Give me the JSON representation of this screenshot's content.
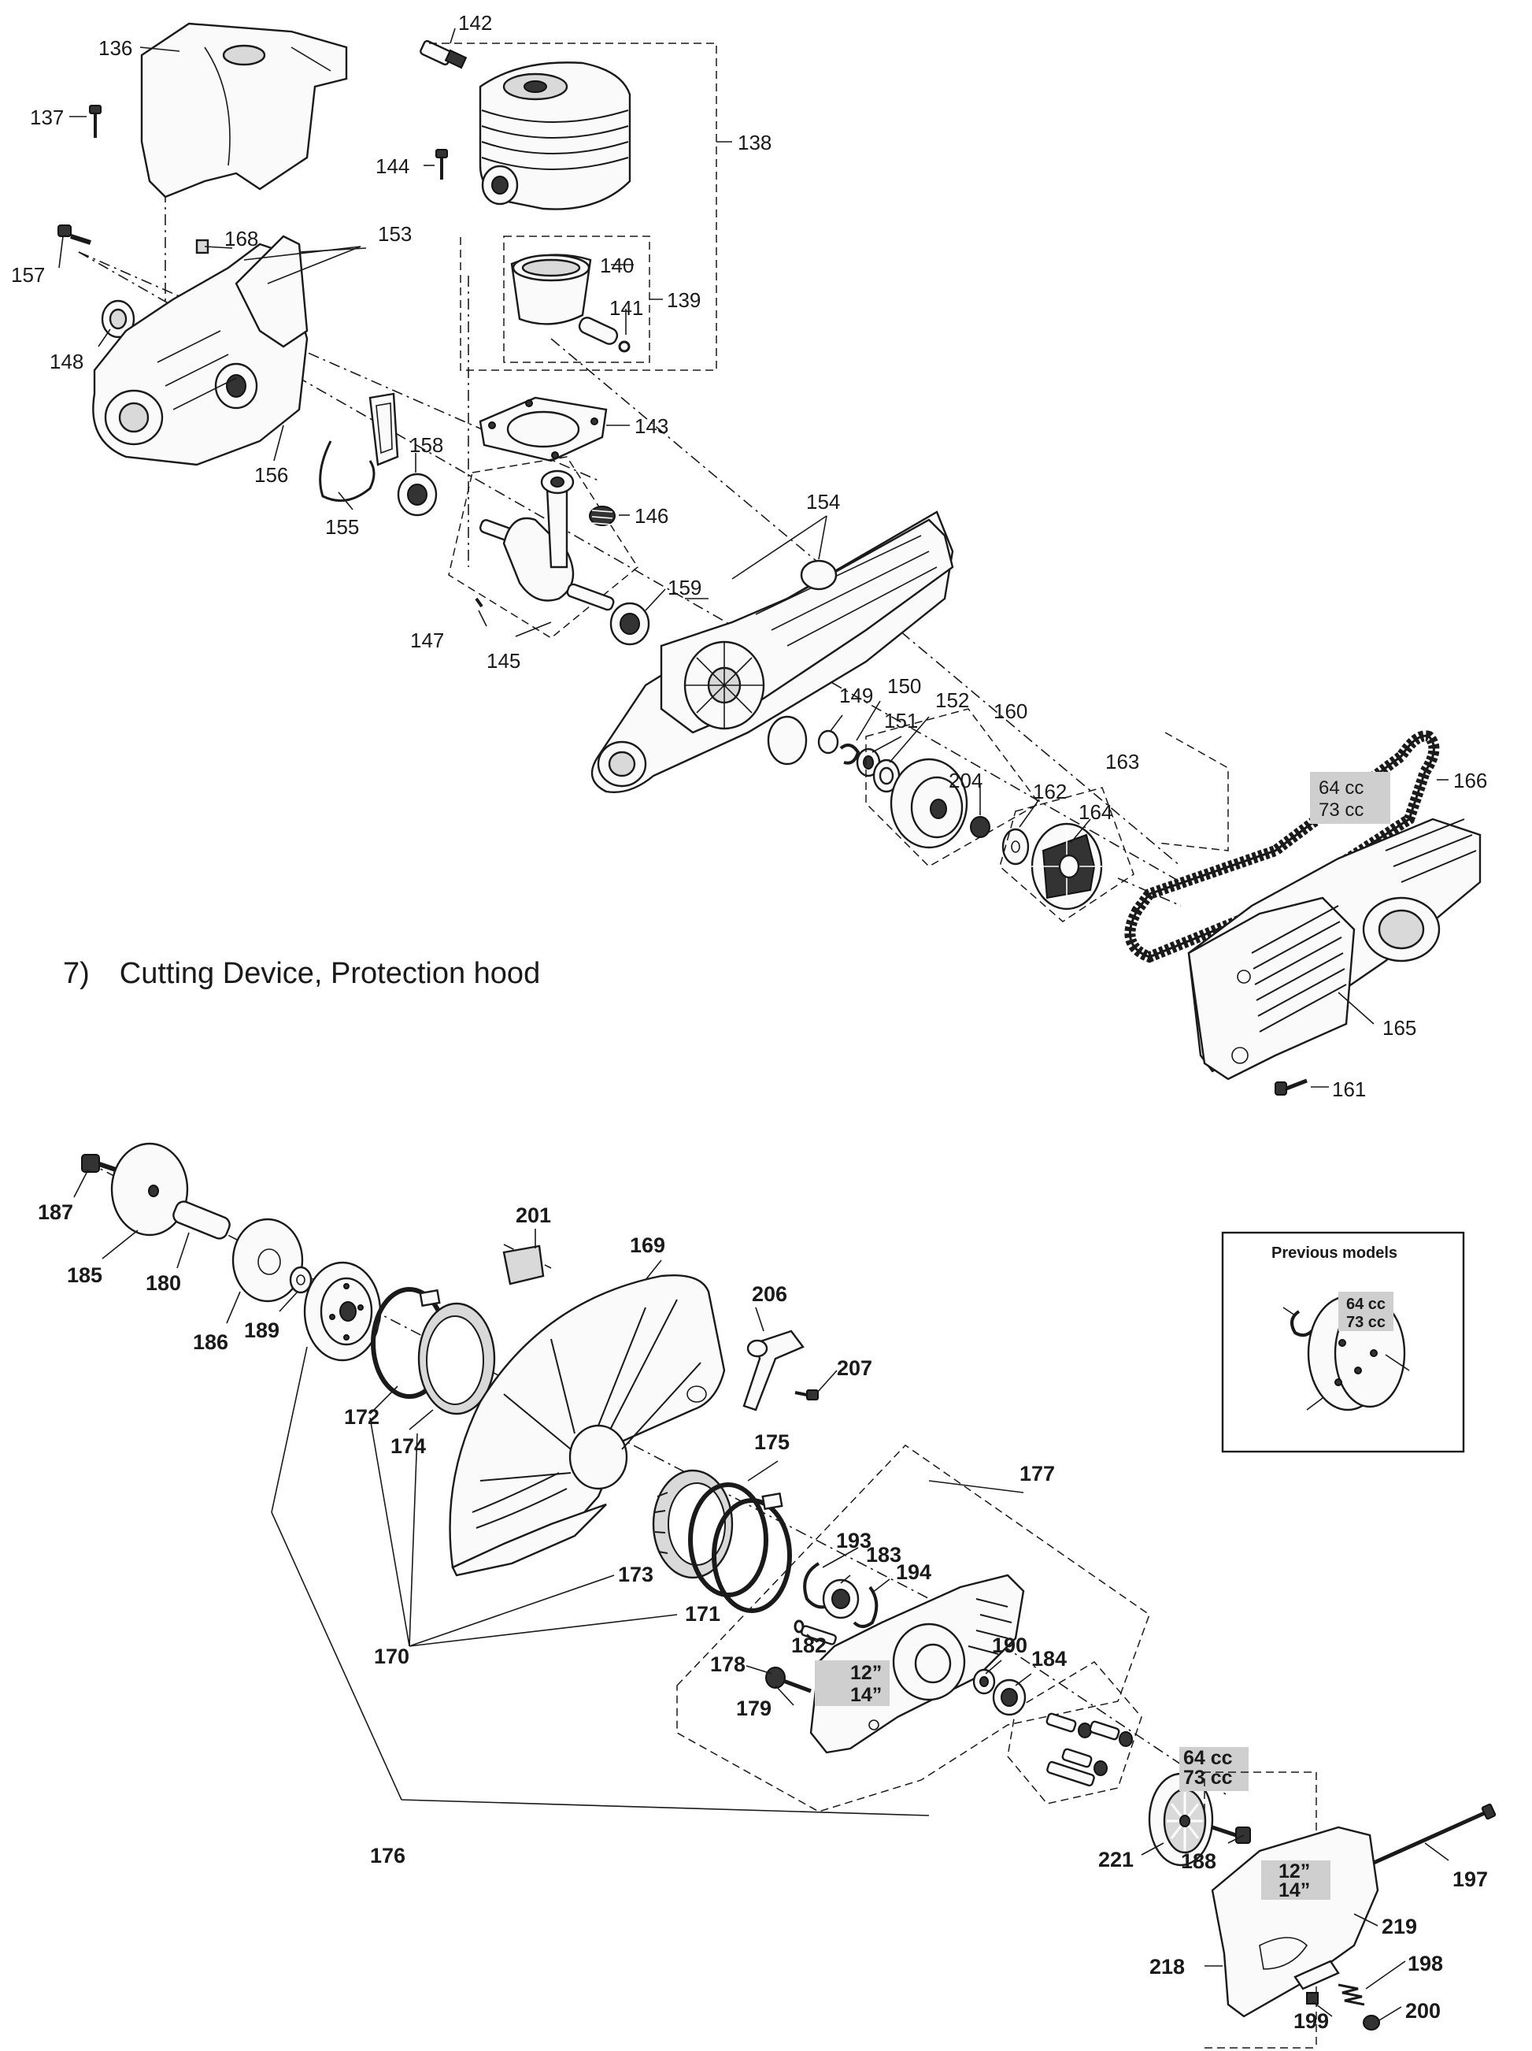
{
  "section_title": "7) Cutting Device, Protection hood",
  "inset": {
    "title": "Previous models",
    "cc_top": "64 cc",
    "cc_bottom": "73 cc"
  },
  "displacement_tags": {
    "top": "64 cc",
    "bottom": "73 cc"
  },
  "blade_size_tags": {
    "top": "12”",
    "bottom": "14”"
  },
  "engine_labels": {
    "136": "136",
    "137": "137",
    "138": "138",
    "139": "139",
    "140": "140",
    "141": "141",
    "142": "142",
    "143": "143",
    "144": "144",
    "145": "145",
    "146": "146",
    "147": "147",
    "148": "148",
    "149": "149",
    "150": "150",
    "151": "151",
    "152": "152",
    "153": "153",
    "154": "154",
    "155": "155",
    "156": "156",
    "157": "157",
    "158": "158",
    "159": "159",
    "160": "160",
    "161": "161",
    "162": "162",
    "163": "163",
    "164": "164",
    "165": "165",
    "166": "166",
    "168": "168",
    "204": "204"
  },
  "cutting_labels": {
    "169": "169",
    "170": "170",
    "171": "171",
    "172": "172",
    "173": "173",
    "174": "174",
    "175": "175",
    "176": "176",
    "177": "177",
    "178": "178",
    "179": "179",
    "180": "180",
    "182": "182",
    "183": "183",
    "184": "184",
    "185": "185",
    "186": "186",
    "187": "187",
    "188": "188",
    "189": "189",
    "190": "190",
    "193": "193",
    "194": "194",
    "197": "197",
    "198": "198",
    "199": "199",
    "200": "200",
    "201": "201",
    "206": "206",
    "207": "207",
    "218": "218",
    "219": "219",
    "221": "221"
  }
}
